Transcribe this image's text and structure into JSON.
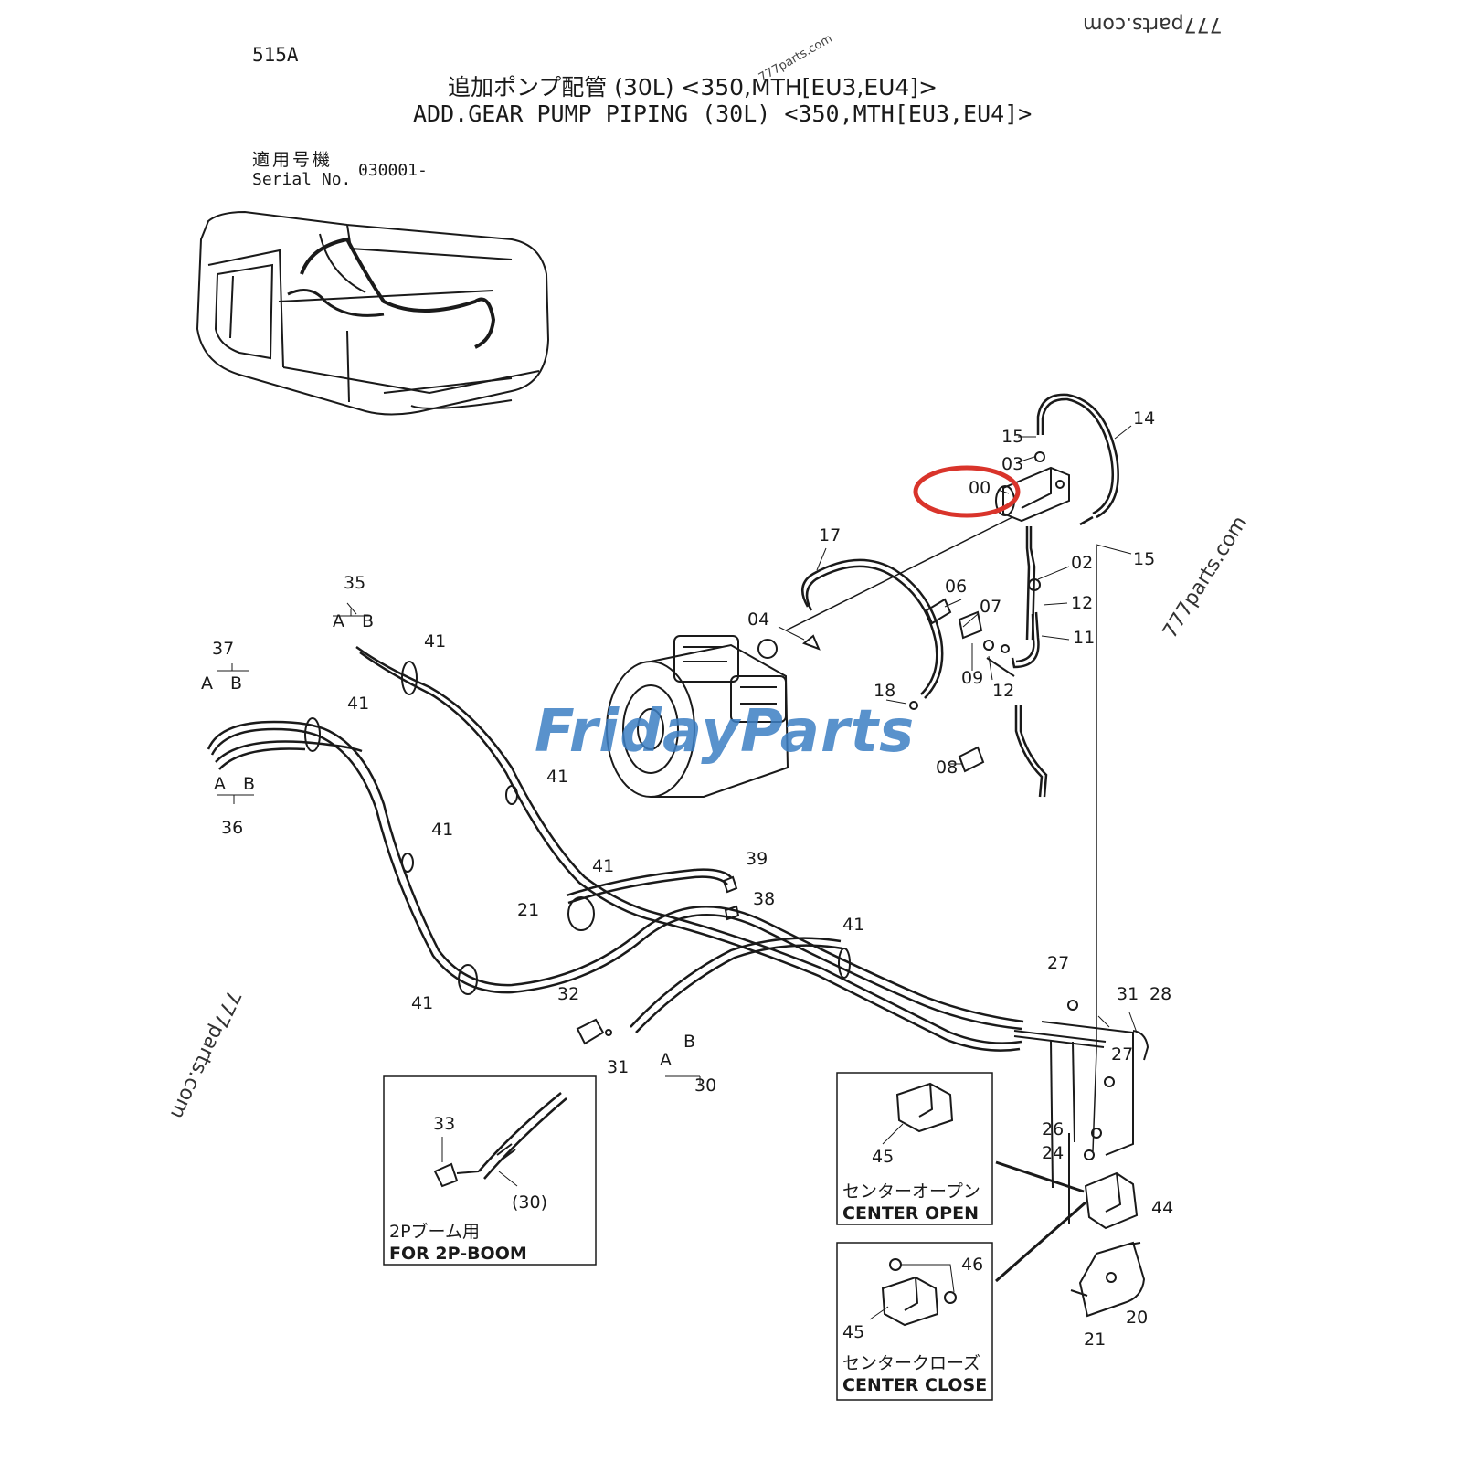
{
  "header": {
    "diagram_code": "515A",
    "title_jp": "追加ポンプ配管 (30L) <350,MTH[EU3,EU4]>",
    "title_en": "ADD.GEAR PUMP PIPING (30L) <350,MTH[EU3,EU4]>",
    "serial_label_jp": "適用号機",
    "serial_label_en": "Serial No.",
    "serial_value": "030001-"
  },
  "watermarks": [
    "777parts.com",
    "777parts.com",
    "777parts.com",
    "777parts.com"
  ],
  "brand_watermark": "FridayParts",
  "highlight_color": "#d9342b",
  "callouts": {
    "c00": "00",
    "c02": "02",
    "c03": "03",
    "c04": "04",
    "c06": "06",
    "c07": "07",
    "c08": "08",
    "c09": "09",
    "c11": "11",
    "c12a": "12",
    "c12b": "12",
    "c14": "14",
    "c15a": "15",
    "c15b": "15",
    "c17": "17",
    "c18": "18",
    "c20": "20",
    "c21a": "21",
    "c21b": "21",
    "c24": "24",
    "c26": "26",
    "c27a": "27",
    "c27b": "27",
    "c28": "28",
    "c30": "30",
    "c31a": "31",
    "c31b": "31",
    "c32": "32",
    "c33": "33",
    "c35": "35",
    "c36": "36",
    "c37": "37",
    "c38": "38",
    "c39": "39",
    "c41a": "41",
    "c41b": "41",
    "c41c": "41",
    "c41d": "41",
    "c41e": "41",
    "c41f": "41",
    "c41g": "41",
    "c44": "44",
    "c45a": "45",
    "c45b": "45",
    "c46": "46",
    "c30p": "(30)"
  },
  "port_labels": {
    "a35": "A",
    "b35": "B",
    "a37": "A",
    "b37": "B",
    "a36": "A",
    "b36": "B",
    "a30": "A",
    "b30": "B"
  },
  "insets": {
    "boom": {
      "label_jp": "2Pブーム用",
      "label_en": "FOR 2P-BOOM"
    },
    "center_open": {
      "label_jp": "センターオープン",
      "label_en": "CENTER OPEN"
    },
    "center_close": {
      "label_jp": "センタークローズ",
      "label_en": "CENTER CLOSE"
    }
  }
}
